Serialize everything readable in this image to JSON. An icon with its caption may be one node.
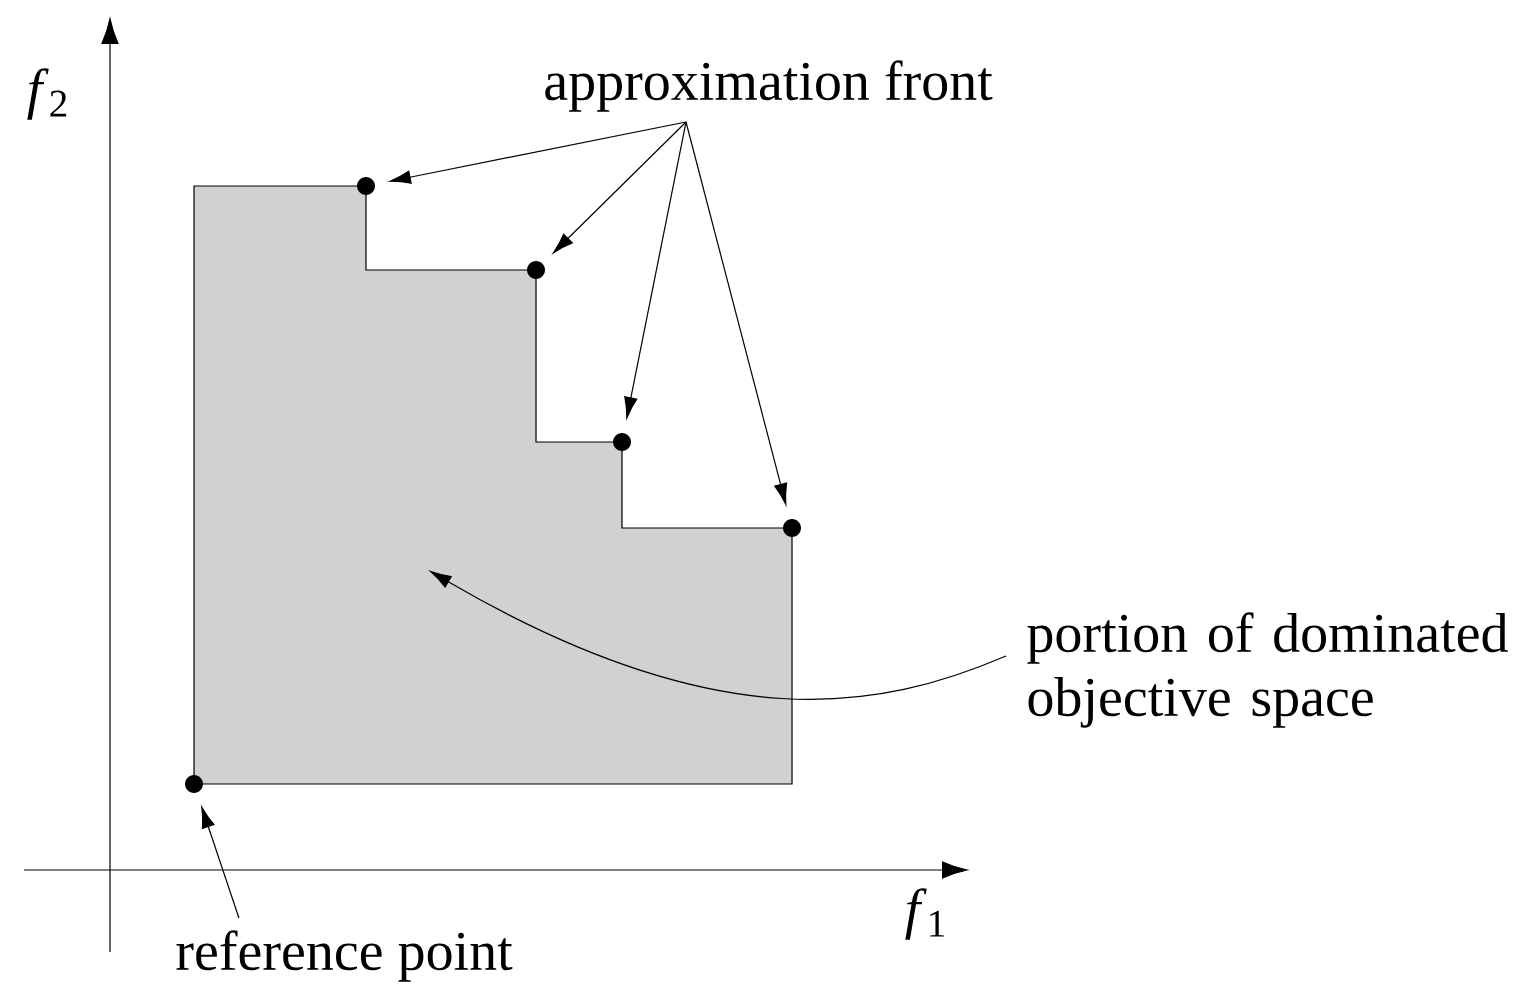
{
  "diagram": {
    "nodes": [
      {
        "text": [
          "approximation front"
        ]
      },
      {
        "text": [],
        "shape": "circle"
      },
      {
        "text": [],
        "shape": "circle"
      },
      {
        "text": [],
        "shape": "circle"
      },
      {
        "text": [],
        "shape": "circle"
      },
      {
        "text": [
          "portion of dominated objective space"
        ]
      },
      {
        "text": [
          "reference point"
        ]
      },
      {
        "text": [],
        "shape": "circle"
      }
    ],
    "edges": [
      {
        "from": 0,
        "to": 1,
        "arrow": "to"
      },
      {
        "from": 0,
        "to": 2,
        "arrow": "to"
      },
      {
        "from": 0,
        "to": 3,
        "arrow": "to"
      },
      {
        "from": 0,
        "to": 4,
        "arrow": "to"
      },
      {
        "from": 5,
        "to": null,
        "arrow": "to"
      },
      {
        "from": 6,
        "to": 7,
        "arrow": "to"
      }
    ],
    "labels": [
      "*f*$_{2}$",
      "*f*$_{1}$"
    ]
  }
}
